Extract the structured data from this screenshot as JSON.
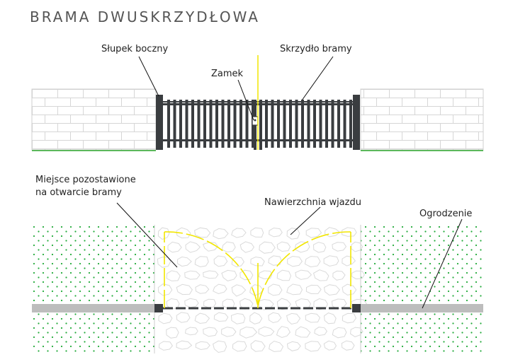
{
  "title": "BRAMA DWUSKRZYDŁOWA",
  "labels": {
    "post": "Słupek boczny",
    "leaf": "Skrzydło bramy",
    "lock": "Zamek",
    "swing_line1": "Miejsce pozostawione",
    "swing_line2": "na otwarcie bramy",
    "surface": "Nawierzchnia wjazdu",
    "fence": "Ogrodzenie"
  },
  "colors": {
    "background": "#ffffff",
    "brick_stroke": "#d6d6d6",
    "metal": "#3a3d40",
    "grass_line": "#2fa82f",
    "grass_dots": "#22aa3a",
    "guide_yellow": "#f2e600",
    "fence_band": "#bdbdbd",
    "pavement_stroke": "#dadada"
  }
}
